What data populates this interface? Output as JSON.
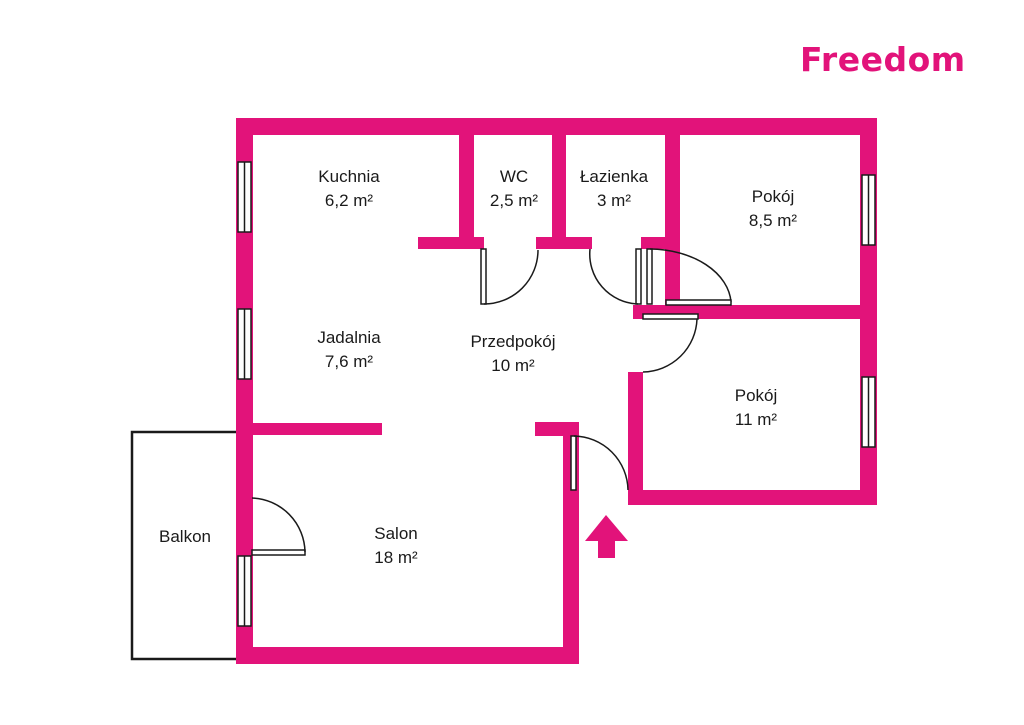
{
  "brand": {
    "name": "Freedom",
    "color": "#e2137a"
  },
  "colors": {
    "wall": "#e2137a",
    "line": "#1a1a1a",
    "background": "#ffffff"
  },
  "rooms": [
    {
      "id": "kuchnia",
      "name": "Kuchnia",
      "area": "6,2 m²"
    },
    {
      "id": "wc",
      "name": "WC",
      "area": "2,5 m²"
    },
    {
      "id": "lazienka",
      "name": "Łazienka",
      "area": "3 m²"
    },
    {
      "id": "pokoj-1",
      "name": "Pokój",
      "area": "8,5 m²"
    },
    {
      "id": "jadalnia",
      "name": "Jadalnia",
      "area": "7,6 m²"
    },
    {
      "id": "przedpokoj",
      "name": "Przedpokój",
      "area": "10 m²"
    },
    {
      "id": "pokoj-2",
      "name": "Pokój",
      "area": "11 m²"
    },
    {
      "id": "balkon",
      "name": "Balkon",
      "area": ""
    },
    {
      "id": "salon",
      "name": "Salon",
      "area": "18 m²"
    }
  ],
  "entrance_icon": "arrow-up-icon"
}
